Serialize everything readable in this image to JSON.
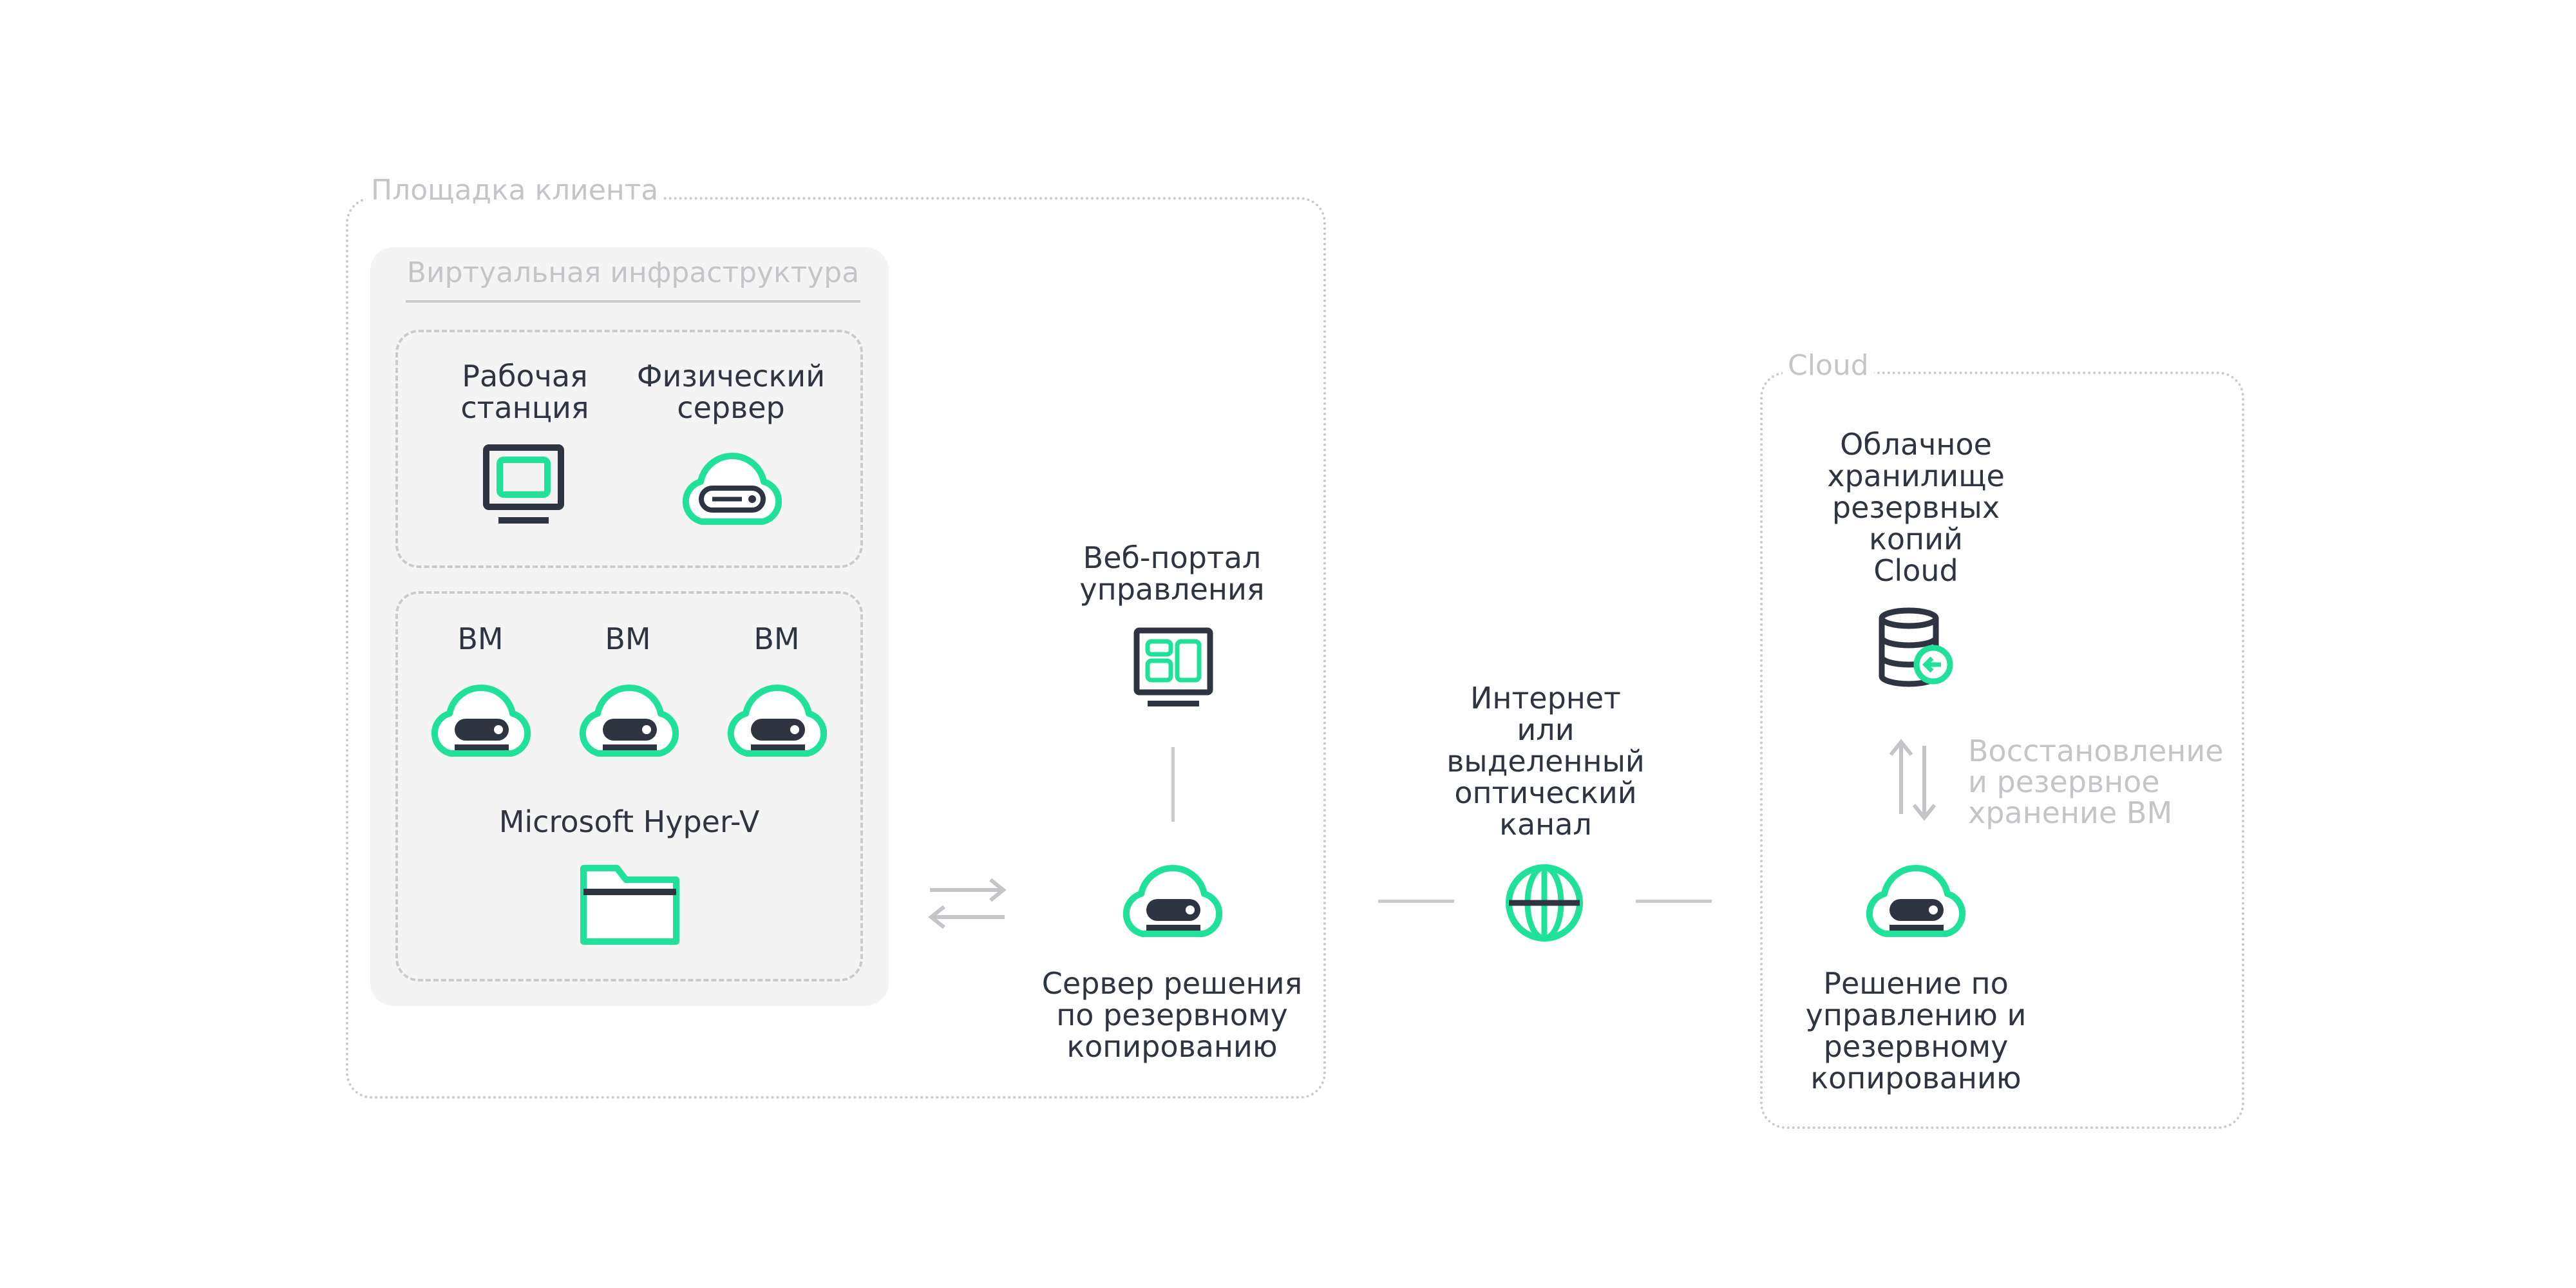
{
  "colors": {
    "accent": "#1fe19a",
    "dark": "#2e3440",
    "muted": "#c3c5c9",
    "panel": "#f4f4f5",
    "border": "#c9cbcf"
  },
  "client_site": {
    "title": "Площадка клиента",
    "virtual_infra": {
      "title": "Виртуальная инфраструктура",
      "workstation": {
        "label": "Рабочая\nстанция",
        "icon": "monitor-icon"
      },
      "physical_server": {
        "label": "Физический\nсервер",
        "icon": "cloud-server-icon"
      },
      "vms": [
        {
          "label": "ВМ",
          "icon": "cloud-server-icon"
        },
        {
          "label": "ВМ",
          "icon": "cloud-server-icon"
        },
        {
          "label": "ВМ",
          "icon": "cloud-server-icon"
        }
      ],
      "hypervisor": {
        "label": "Microsoft Hyper-V",
        "icon": "folder-icon"
      }
    },
    "web_portal": {
      "label": "Веб-портал\nуправления",
      "icon": "dashboard-monitor-icon"
    },
    "backup_server": {
      "label": "Сервер решения\nпо резервному\nкопированию",
      "icon": "cloud-server-icon"
    }
  },
  "network": {
    "label": "Интернет\nили\nвыделенный\nоптический\nканал",
    "icon": "globe-icon"
  },
  "cloud": {
    "title": "Cloud",
    "storage": {
      "label": "Облачное\nхранилище\nрезервных\nкопий\nCloud",
      "icon": "database-icon"
    },
    "restore_note": "Восстановление\nи резервное\nхранение ВМ",
    "solution": {
      "label": "Решение по\nуправлению и\nрезервному\nкопированию",
      "icon": "cloud-server-icon"
    }
  }
}
